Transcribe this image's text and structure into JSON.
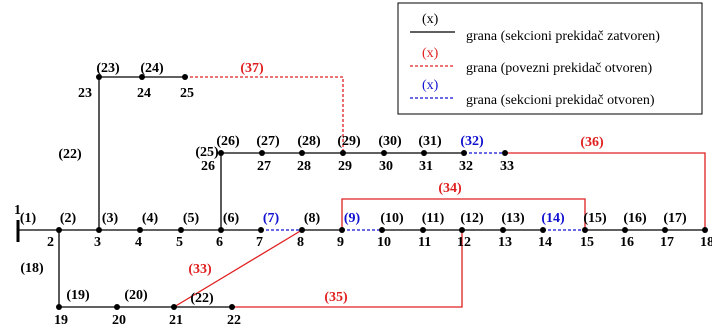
{
  "legend": {
    "items": [
      {
        "symbol": "(x)",
        "text": "grana (sekcioni prekidač zatvoren)",
        "style": "closed"
      },
      {
        "symbol": "(x)",
        "text": "grana (povezni prekidač otvoren)",
        "style": "tie"
      },
      {
        "symbol": "(x)",
        "text": "grana (sekcioni prekidač otvoren)",
        "style": "sectional-open"
      }
    ]
  },
  "colors": {
    "closed": "#000000",
    "tie": "#e02020",
    "sectional_open": "#1010d0"
  },
  "nodes": [
    "1",
    "2",
    "3",
    "4",
    "5",
    "6",
    "7",
    "8",
    "9",
    "10",
    "11",
    "12",
    "13",
    "14",
    "15",
    "16",
    "17",
    "18",
    "19",
    "20",
    "21",
    "22",
    "23",
    "24",
    "25",
    "26",
    "27",
    "28",
    "29",
    "30",
    "31",
    "32",
    "33"
  ],
  "branches": [
    {
      "label": "(1)",
      "from": "1",
      "to": "2",
      "style": "closed"
    },
    {
      "label": "(2)",
      "from": "2",
      "to": "3",
      "style": "closed"
    },
    {
      "label": "(3)",
      "from": "3",
      "to": "4",
      "style": "closed"
    },
    {
      "label": "(4)",
      "from": "4",
      "to": "5",
      "style": "closed"
    },
    {
      "label": "(5)",
      "from": "5",
      "to": "6",
      "style": "closed"
    },
    {
      "label": "(6)",
      "from": "6",
      "to": "7",
      "style": "closed"
    },
    {
      "label": "(7)",
      "from": "7",
      "to": "8",
      "style": "sectional-open"
    },
    {
      "label": "(8)",
      "from": "8",
      "to": "9",
      "style": "closed"
    },
    {
      "label": "(9)",
      "from": "9",
      "to": "10",
      "style": "sectional-open"
    },
    {
      "label": "(10)",
      "from": "10",
      "to": "11",
      "style": "closed"
    },
    {
      "label": "(11)",
      "from": "11",
      "to": "12",
      "style": "closed"
    },
    {
      "label": "(12)",
      "from": "12",
      "to": "13",
      "style": "closed"
    },
    {
      "label": "(13)",
      "from": "13",
      "to": "14",
      "style": "closed"
    },
    {
      "label": "(14)",
      "from": "14",
      "to": "15",
      "style": "sectional-open"
    },
    {
      "label": "(15)",
      "from": "15",
      "to": "16",
      "style": "closed"
    },
    {
      "label": "(16)",
      "from": "16",
      "to": "17",
      "style": "closed"
    },
    {
      "label": "(17)",
      "from": "17",
      "to": "18",
      "style": "closed"
    },
    {
      "label": "(18)",
      "from": "2",
      "to": "19",
      "style": "closed"
    },
    {
      "label": "(19)",
      "from": "19",
      "to": "20",
      "style": "closed"
    },
    {
      "label": "(20)",
      "from": "20",
      "to": "21",
      "style": "closed"
    },
    {
      "label": "(22)",
      "from": "21",
      "to": "22",
      "style": "closed"
    },
    {
      "label": "(22)",
      "from": "3",
      "to": "23",
      "style": "closed"
    },
    {
      "label": "(23)",
      "from": "23",
      "to": "24",
      "style": "closed"
    },
    {
      "label": "(24)",
      "from": "24",
      "to": "25",
      "style": "closed"
    },
    {
      "label": "(25)",
      "from": "6",
      "to": "26",
      "style": "closed"
    },
    {
      "label": "(26)",
      "from": "26",
      "to": "27",
      "style": "closed"
    },
    {
      "label": "(27)",
      "from": "27",
      "to": "28",
      "style": "closed"
    },
    {
      "label": "(28)",
      "from": "28",
      "to": "29",
      "style": "closed"
    },
    {
      "label": "(29)",
      "from": "29",
      "to": "30",
      "style": "closed"
    },
    {
      "label": "(30)",
      "from": "30",
      "to": "31",
      "style": "closed"
    },
    {
      "label": "(31)",
      "from": "31",
      "to": "32",
      "style": "closed"
    },
    {
      "label": "(32)",
      "from": "32",
      "to": "33",
      "style": "sectional-open"
    },
    {
      "label": "(33)",
      "from": "8",
      "to": "21",
      "style": "tie-closed"
    },
    {
      "label": "(34)",
      "from": "9",
      "to": "15",
      "style": "tie-closed"
    },
    {
      "label": "(35)",
      "from": "12",
      "to": "22",
      "style": "tie-closed"
    },
    {
      "label": "(36)",
      "from": "18",
      "to": "33",
      "style": "tie-closed"
    },
    {
      "label": "(37)",
      "from": "25",
      "to": "29",
      "style": "tie"
    }
  ]
}
